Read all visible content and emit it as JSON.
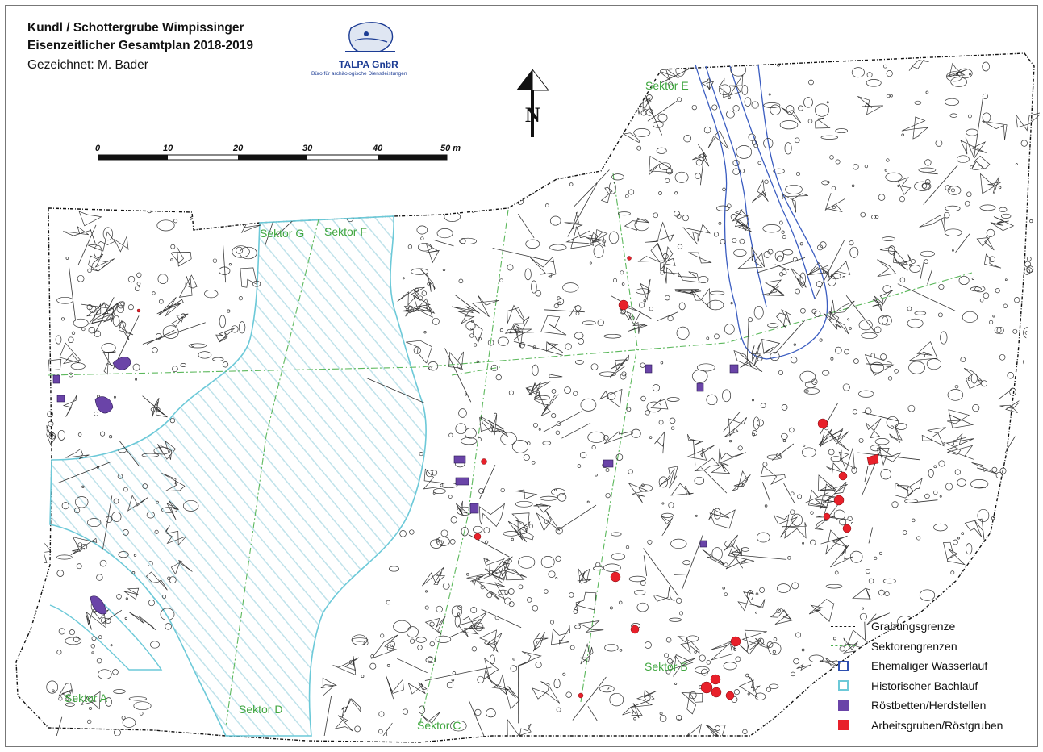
{
  "header": {
    "line1": "Kundl / Schottergrube Wimpissinger",
    "line2": "Eisenzeitlicher Gesamtplan 2018-2019",
    "line3": "Gezeichnet: M. Bader"
  },
  "logo": {
    "name": "TALPA GnbR",
    "subtitle": "Büro für archäologische Dienstleistungen",
    "color": "#1c3c94"
  },
  "north_arrow": {
    "label": "N"
  },
  "scale_bar": {
    "ticks": [
      "0",
      "10",
      "20",
      "30",
      "40",
      "50 m"
    ]
  },
  "sectors": [
    {
      "id": "A",
      "label": "Sektor A"
    },
    {
      "id": "B",
      "label": "Sektor B"
    },
    {
      "id": "C",
      "label": "Sektor C"
    },
    {
      "id": "D",
      "label": "Sektor D"
    },
    {
      "id": "E",
      "label": "Sektor E"
    },
    {
      "id": "F",
      "label": "Sektor F"
    },
    {
      "id": "G",
      "label": "Sektor G"
    }
  ],
  "legend": [
    {
      "label": "Grabungsgrenze",
      "symbol": "dashed-line",
      "color": "#111111"
    },
    {
      "label": "Sektorengrenzen",
      "symbol": "dashdot-line",
      "color": "#4caf50"
    },
    {
      "label": "Ehemaliger Wasserlauf",
      "symbol": "outline-box",
      "color": "#2d4fb0"
    },
    {
      "label": "Historischer Bachlauf",
      "symbol": "outline-box",
      "color": "#6cc9d8"
    },
    {
      "label": "Röstbetten/Herdstellen",
      "symbol": "filled-box",
      "color": "#6a44a8"
    },
    {
      "label": "Arbeitsgruben/Röstgruben",
      "symbol": "filled-box",
      "color": "#e8202a"
    }
  ],
  "colors": {
    "sector_label": "#3fa63f",
    "boundary": "#111111",
    "feature_outline": "#333333",
    "stream_fill": "#c9e7ee"
  }
}
